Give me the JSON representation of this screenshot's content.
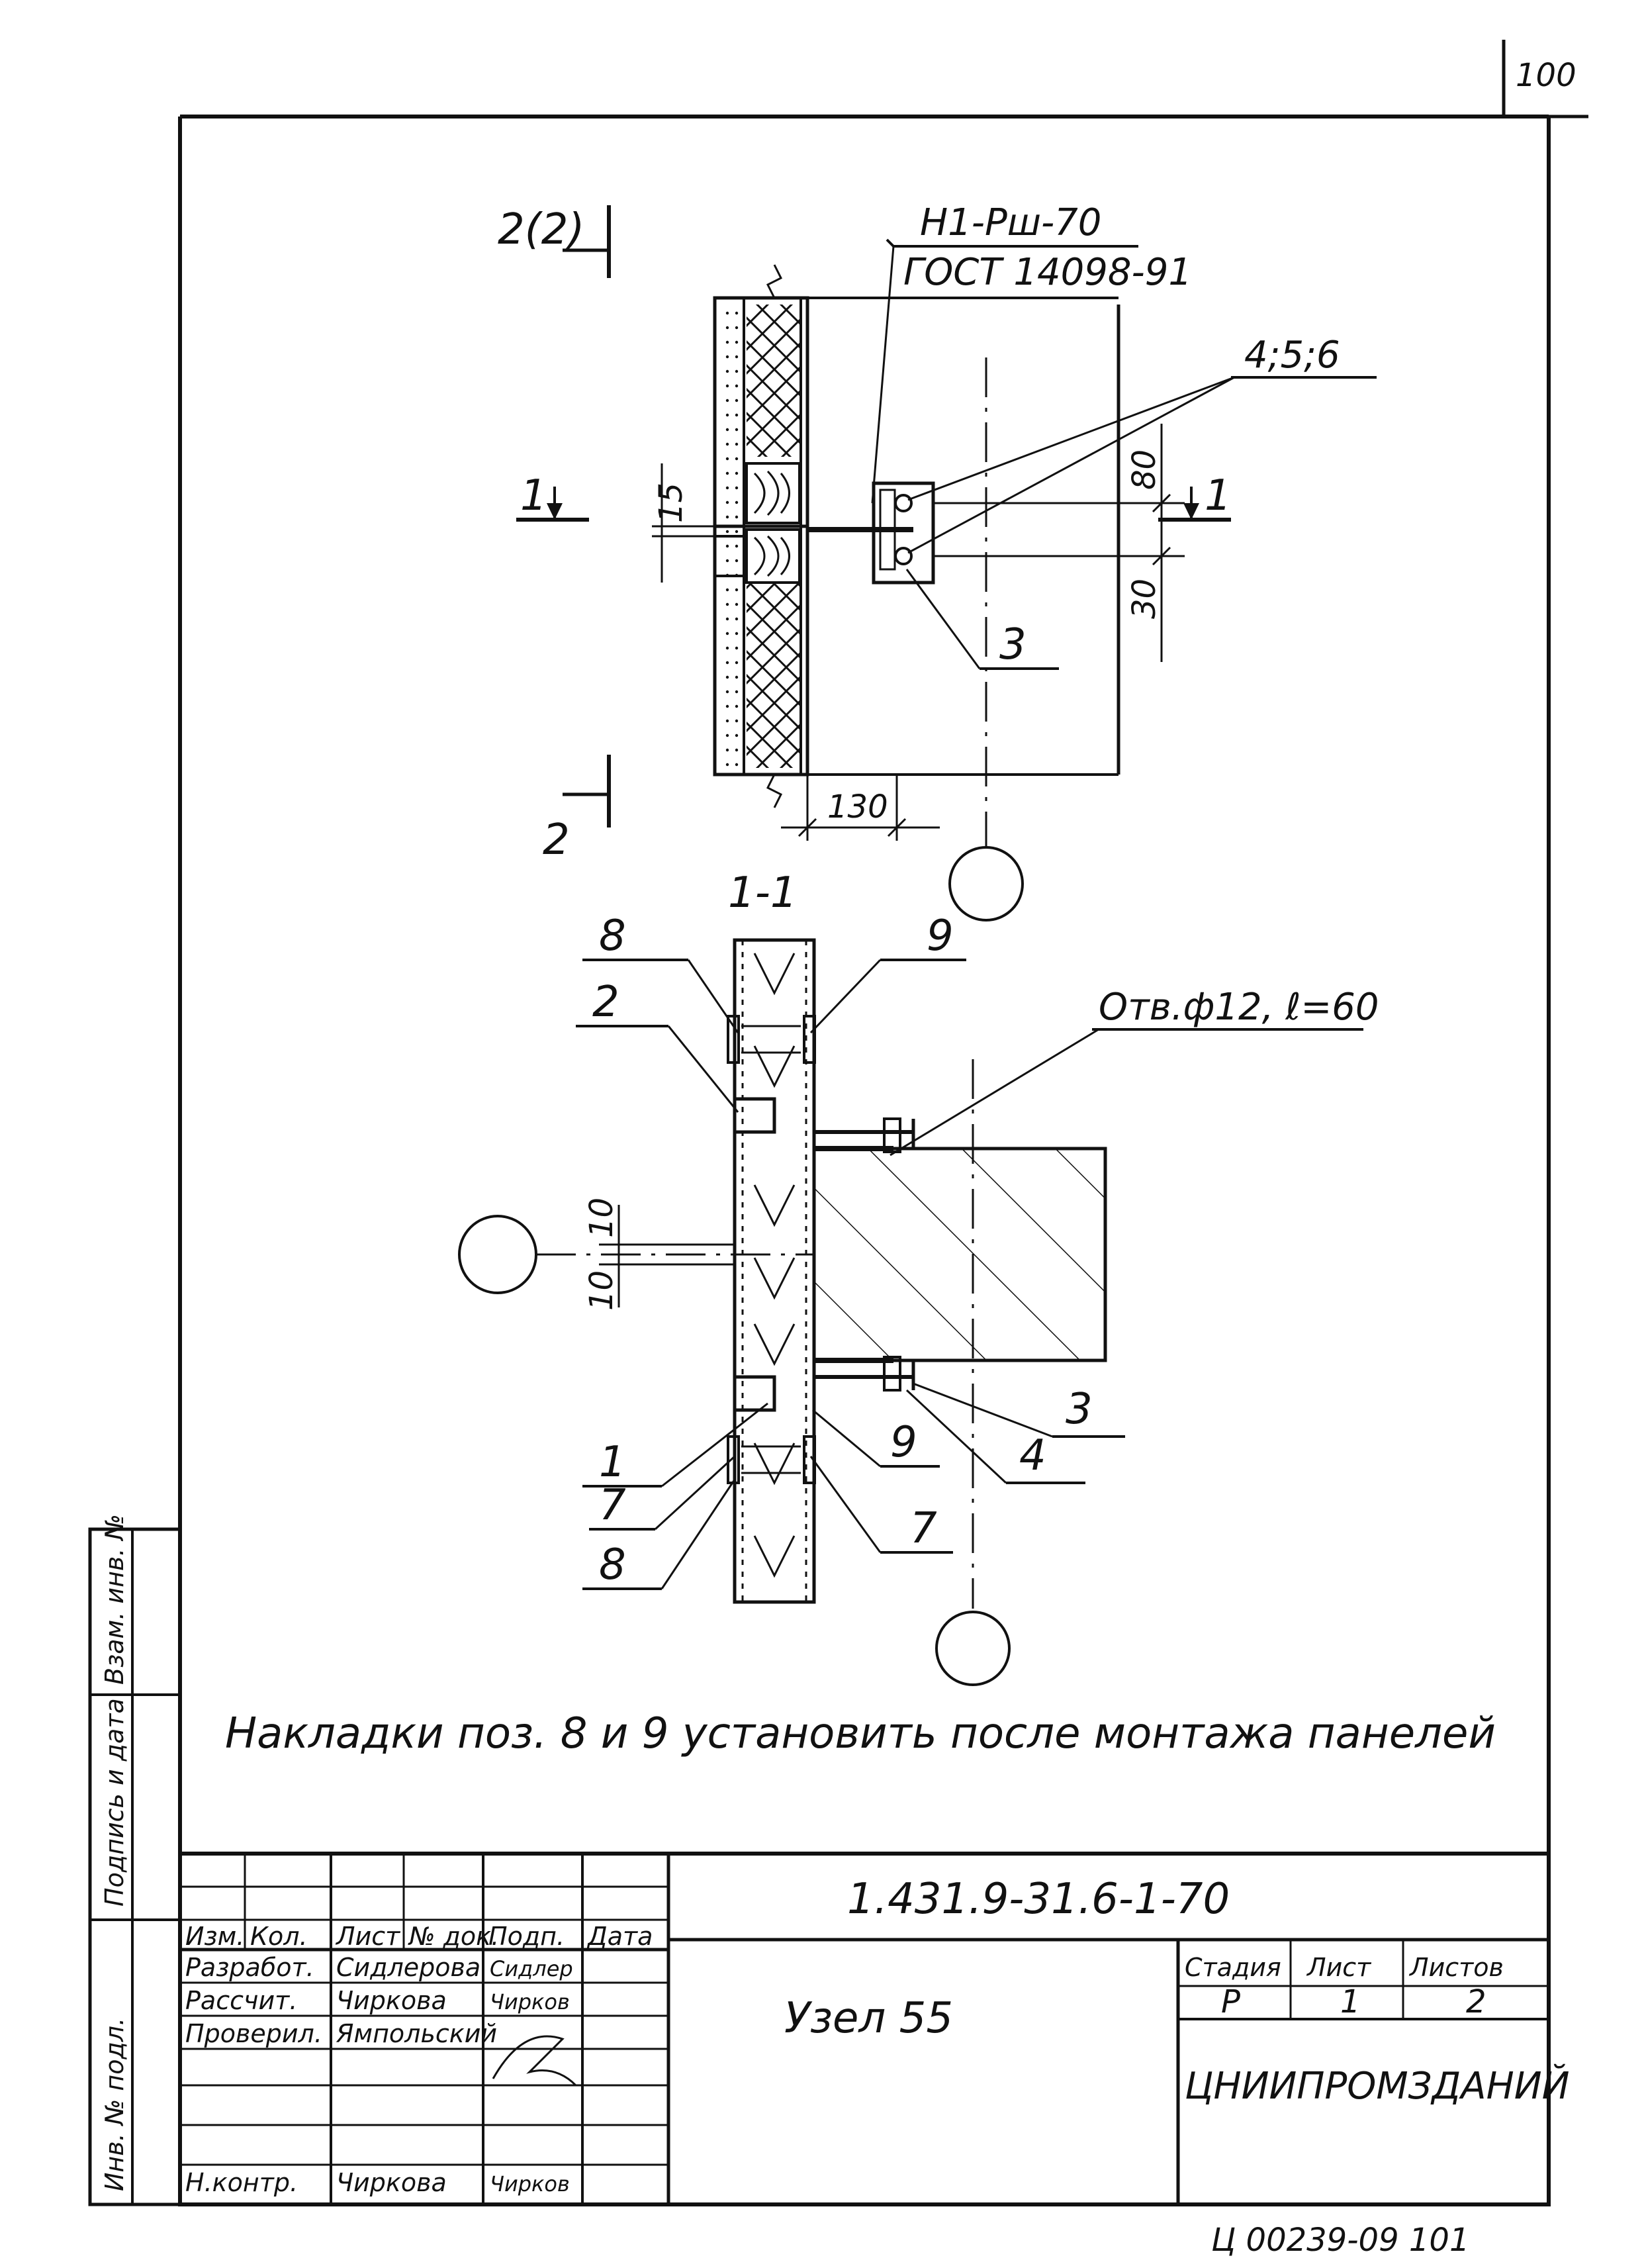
{
  "sheet": {
    "page_number": "100",
    "footer_code": "Ц 00239-09 101"
  },
  "plan_view": {
    "section_mark_top": "2(2)",
    "section_mark_bottom": "2",
    "cut_mark_left": "1",
    "cut_mark_right": "1",
    "weld_label_line1": "Н1-Рш-70",
    "weld_label_line2": "ГОСТ 14098-91",
    "callout_456": "4;5;6",
    "callout_3": "3",
    "dim_15": "15",
    "dim_80": "80",
    "dim_30": "30",
    "dim_130": "130"
  },
  "section_view": {
    "title": "1-1",
    "hole_label": "Отв.ф12, ℓ=60",
    "dim_10_top": "10",
    "dim_10_bottom": "10",
    "callouts": {
      "c8_top": "8",
      "c9_top": "9",
      "c2": "2",
      "c3": "3",
      "c4": "4",
      "c1": "1",
      "c9_bottom": "9",
      "c7_left": "7",
      "c7_right": "7",
      "c8_bottom": "8"
    }
  },
  "note": "Накладки поз. 8 и 9 установить после монтажа панелей",
  "side_stamp": {
    "f1": "Инв. № подл.",
    "f2": "Подпись и дата",
    "f3": "Взам. инв. №"
  },
  "title_block": {
    "doc_code": "1.431.9-31.6-1-70",
    "node_name": "Узел 55",
    "org": "ЦНИИПРОМЗДАНИЙ",
    "columns": {
      "izm": "Изм.",
      "kol": "Кол.",
      "list": "Лист",
      "ndok": "№ док.",
      "podp": "Подп.",
      "data": "Дата"
    },
    "rows": [
      {
        "role": "Разработ.",
        "name": "Сидлерова",
        "sign": "Сидлер"
      },
      {
        "role": "Рассчит.",
        "name": "Чиркова",
        "sign": "Чирков"
      },
      {
        "role": "Проверил.",
        "name": "Ямпольский",
        "sign": ""
      },
      {
        "role": "",
        "name": "",
        "sign": ""
      },
      {
        "role": "Н.контр.",
        "name": "Чиркова",
        "sign": "Чирков"
      }
    ],
    "stage_header": "Стадия",
    "sheet_header": "Лист",
    "sheets_header": "Листов",
    "stage_value": "Р",
    "sheet_value": "1",
    "sheets_value": "2"
  }
}
